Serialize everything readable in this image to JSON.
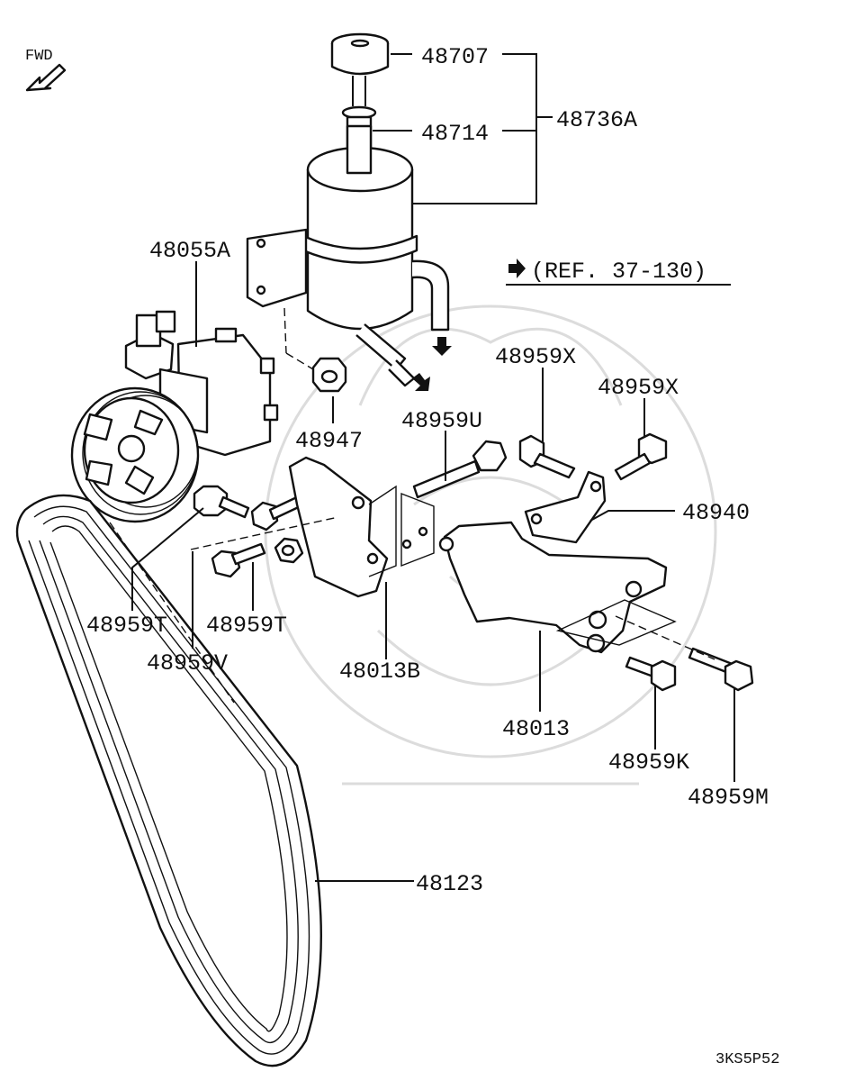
{
  "orientation": {
    "label": "FWD"
  },
  "reference": {
    "label": "(REF. 37-130)"
  },
  "diagram_code": "3KS5P52",
  "callouts": {
    "p48707": "48707",
    "p48714": "48714",
    "p48736A": "48736A",
    "p48055A": "48055A",
    "p48947": "48947",
    "p48959X_1": "48959X",
    "p48959X_2": "48959X",
    "p48959U": "48959U",
    "p48940": "48940",
    "p48959T_1": "48959T",
    "p48959T_2": "48959T",
    "p48959V": "48959V",
    "p48013B": "48013B",
    "p48013": "48013",
    "p48959K": "48959K",
    "p48959M": "48959M",
    "p48123": "48123"
  }
}
